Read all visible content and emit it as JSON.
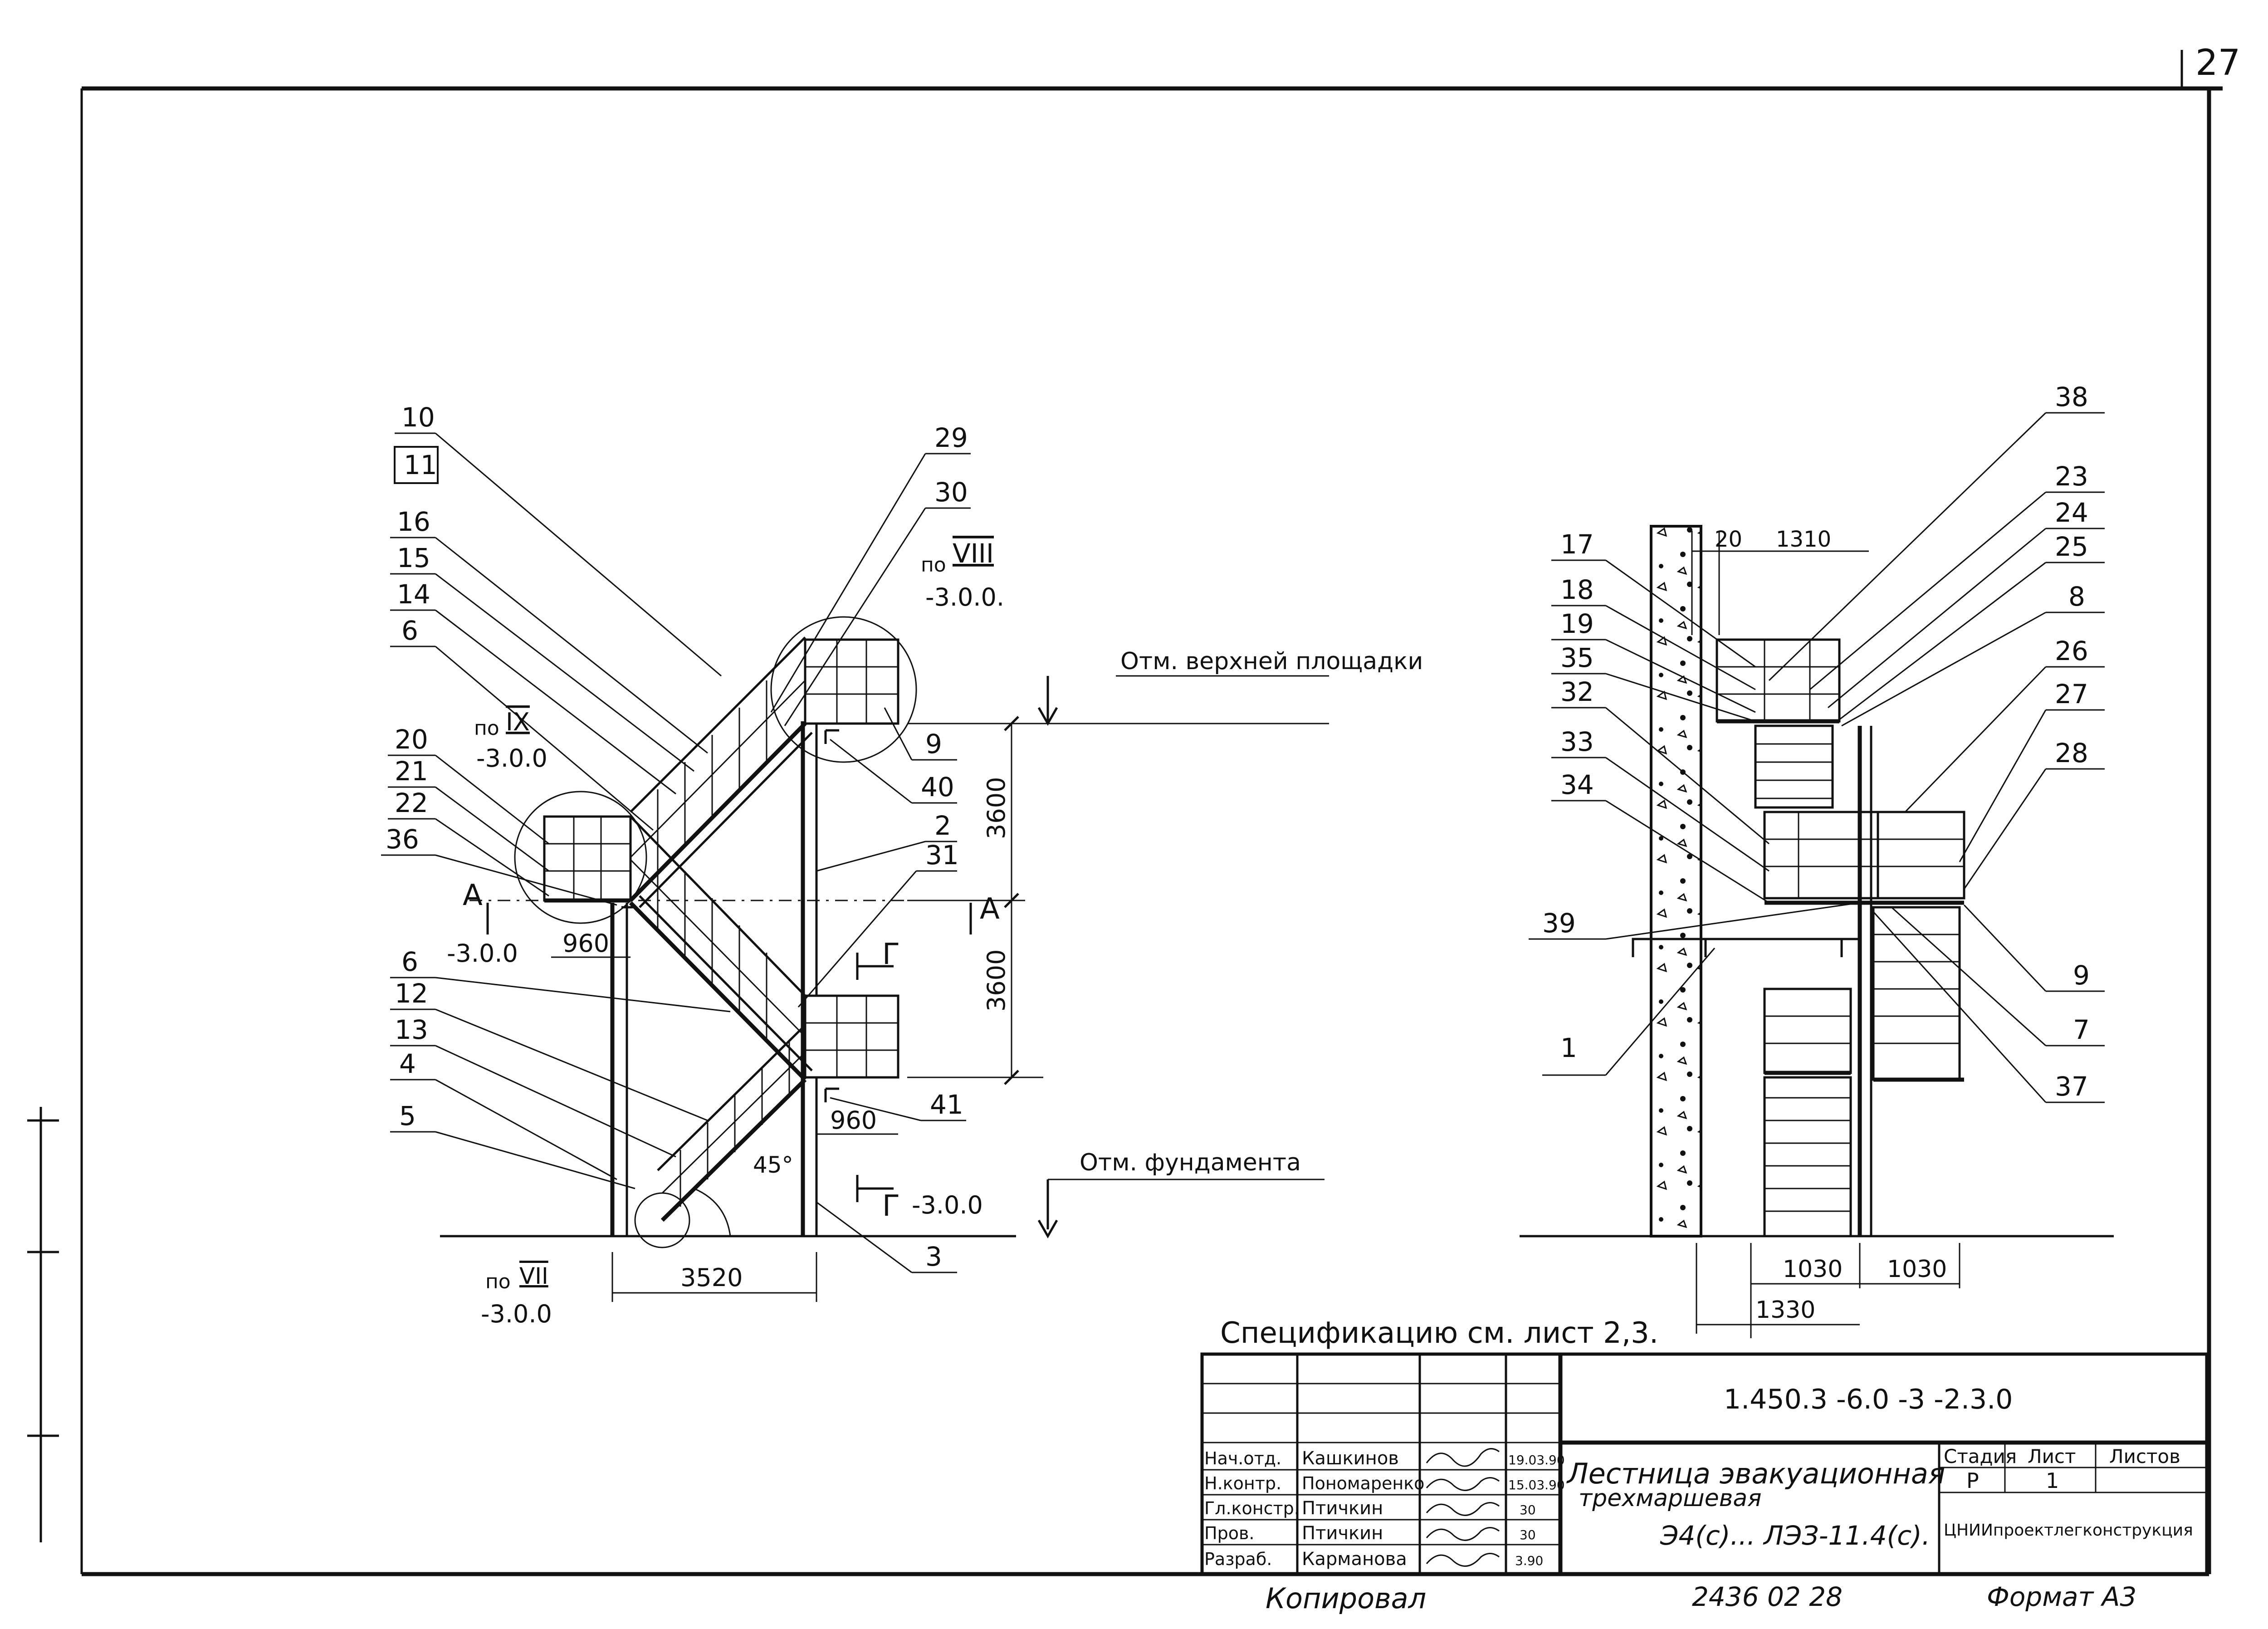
{
  "sheet": {
    "page_number": "27",
    "format": "Формат А3",
    "copied_by": "Копировал",
    "archive_number": "2436  02  28"
  },
  "elevation_view": {
    "callouts_left": [
      "10",
      "11",
      "16",
      "15",
      "14",
      "6",
      "20",
      "21",
      "22",
      "36",
      "6",
      "12",
      "13",
      "4",
      "5"
    ],
    "callouts_top_right": [
      "29",
      "30"
    ],
    "callouts_right": [
      "9",
      "40",
      "2",
      "31",
      "41",
      "3"
    ],
    "detail_refs": [
      {
        "prefix": "по",
        "roman": "VIII",
        "sheet": "-3.0.0."
      },
      {
        "prefix": "по",
        "roman": "IX",
        "sheet": "-3.0.0"
      },
      {
        "prefix": "по",
        "roman": "VII",
        "sheet": "-3.0.0"
      }
    ],
    "section_a": {
      "left": "A",
      "right": "A",
      "sheet": "-3.0.0"
    },
    "section_g": {
      "top": "Г",
      "bottom": "Г",
      "sheet": "-3.0.0"
    },
    "dim_3600_upper": "3600",
    "dim_3600_lower": "3600",
    "dim_960_left": "960",
    "dim_960_right": "960",
    "dim_3520": "3520",
    "angle": "45°",
    "level_top": "Отм. верхней площадки",
    "level_foundation": "Отм. фундамента"
  },
  "side_view": {
    "callouts_left": [
      "17",
      "18",
      "19",
      "35",
      "32",
      "33",
      "34",
      "39",
      "1"
    ],
    "callouts_right": [
      "38",
      "23",
      "24",
      "25",
      "8",
      "26",
      "27",
      "28",
      "9",
      "7",
      "37"
    ],
    "dim_20": "20",
    "dim_1310": "1310",
    "dim_1030_left": "1030",
    "dim_1030_right": "1030",
    "dim_1330": "1330"
  },
  "spec_note": "Спецификацию  см. лист 2,3.",
  "title_block": {
    "doc_code": "1.450.3 -6.0 -3 -2.3.0",
    "title_line1": "Лестница эвакуационная",
    "title_line2": "трехмаршевая",
    "title_line3": "Э4(с)... ЛЭЗ-11.4(с).",
    "stage_header": "Стадия",
    "sheet_header": "Лист",
    "sheets_header": "Листов",
    "stage_value": "Р",
    "sheet_value": "1",
    "organization": "ЦНИИпроектлегконструкция",
    "signatures": [
      {
        "role": "Нач.отд.",
        "name": "Кашкинов",
        "date": "19.03.90"
      },
      {
        "role": "Н.контр.",
        "name": "Пономаренко",
        "date": "15.03.90"
      },
      {
        "role": "Гл.констр.",
        "name": "Птичкин",
        "date": "30"
      },
      {
        "role": "Пров.",
        "name": "Птичкин",
        "date": "30"
      },
      {
        "role": "Разраб.",
        "name": "Карманова",
        "date": "3.90"
      }
    ]
  }
}
